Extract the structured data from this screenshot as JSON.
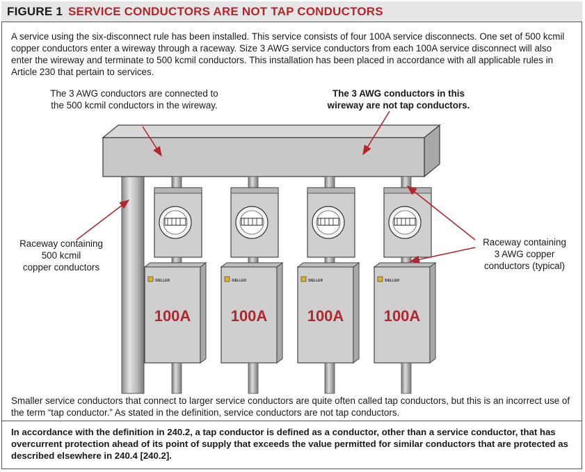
{
  "figure": {
    "number": "FIGURE 1",
    "title": "SERVICE CONDUCTORS ARE NOT TAP CONDUCTORS"
  },
  "intro_text": "A service using the six-disconnect rule has been installed. This service consists of four 100A service disconnects. One set of 500 kcmil copper conductors enter a wireway through a raceway. Size 3 AWG service conductors from each 100A service disconnect will also enter the wireway and terminate to 500 kcmil conductors. This installation has been placed in accordance with all applicable rules in Article 230 that pertain to services.",
  "callouts": {
    "connected_line1": "The 3 AWG conductors are connected to",
    "connected_line2": "the 500 kcmil conductors in the wireway.",
    "not_tap_line1": "The 3 AWG conductors in this",
    "not_tap_line2": "wireway are not tap conductors.",
    "raceway500_line1": "Raceway containing",
    "raceway500_line2": "500 kcmil",
    "raceway500_line3": "copper conductors",
    "raceway3_line1": "Raceway containing",
    "raceway3_line2": "3 AWG copper",
    "raceway3_line3": "conductors (typical)"
  },
  "disconnects": [
    {
      "rating": "100A",
      "brand": "SIELLER"
    },
    {
      "rating": "100A",
      "brand": "SIELLER"
    },
    {
      "rating": "100A",
      "brand": "SIELLER"
    },
    {
      "rating": "100A",
      "brand": "SIELLER"
    }
  ],
  "outro_text": "Smaller service conductors that connect to larger service conductors are quite often called tap conductors, but this is an incorrect use of the term “tap conductor.” As stated in the definition, service conductors are not tap conductors.",
  "definition_text": "In accordance with the definition in 240.2, a tap conductor is defined as a conductor, other than a service conductor, that has overcurrent protection ahead of its point of supply that exceeds the value permitted for similar conductors that are protected as described elsewhere in 240.4 [240.2].",
  "colors": {
    "accent_red": "#b3262d",
    "equipment_gray": "#c9c9c9",
    "header_gray": "#e6e6e6"
  }
}
